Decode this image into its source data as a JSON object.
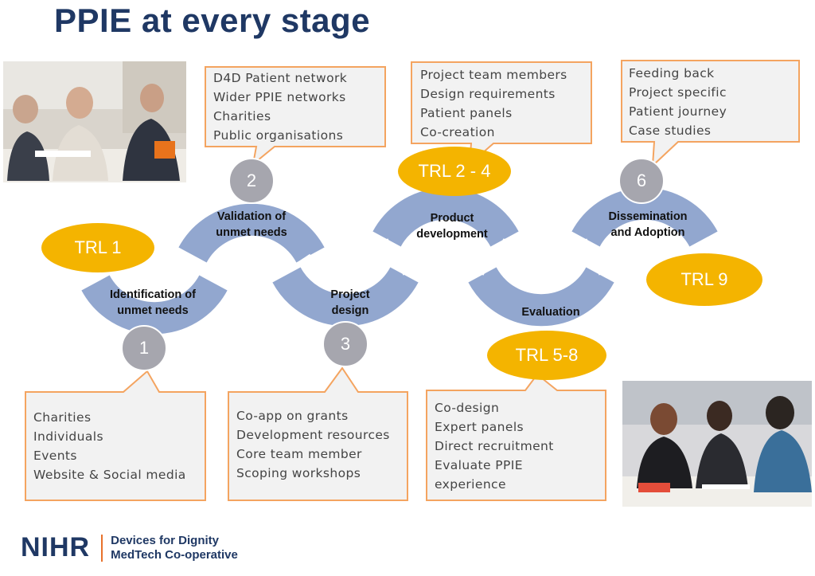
{
  "title": "PPIE at every stage",
  "colors": {
    "title": "#1f3864",
    "ring": "#92a7cf",
    "trl": "#f4b400",
    "callout_fill": "#f2f2f2",
    "callout_border": "#f4a460",
    "stage_circle": "#a6a6ae"
  },
  "stages": [
    {
      "number": "1",
      "label_lines": [
        "Identification of",
        "unmet needs"
      ]
    },
    {
      "number": "2",
      "label_lines": [
        "Validation of",
        "unmet needs"
      ]
    },
    {
      "number": "3",
      "label_lines": [
        "Project",
        "design"
      ]
    },
    {
      "number": "",
      "label_lines": [
        "Product",
        "development"
      ]
    },
    {
      "number": "",
      "label_lines": [
        "Evaluation"
      ]
    },
    {
      "number": "6",
      "label_lines": [
        "Dissemination",
        "and Adoption"
      ]
    }
  ],
  "trl": [
    "TRL 1",
    "TRL 2 - 4",
    "TRL 5-8",
    "TRL 9"
  ],
  "callouts": {
    "top": [
      [
        "D4D Patient network",
        "Wider PPIE networks",
        "Charities",
        "Public organisations"
      ],
      [
        "Project team members",
        "Design requirements",
        "Patient panels",
        "Co-creation"
      ],
      [
        "Feeding back",
        "Project specific",
        "Patient journey",
        "Case studies"
      ]
    ],
    "bottom": [
      [
        "Charities",
        "Individuals",
        "Events",
        "Website & Social media"
      ],
      [
        "Co-app on grants",
        "Development resources",
        "Core team member",
        "Scoping workshops"
      ],
      [
        "Co-design",
        "Expert panels",
        "Direct recruitment",
        "Evaluate PPIE",
        "experience"
      ]
    ]
  },
  "logo": {
    "mark": "NIHR",
    "line1": "Devices for Dignity",
    "line2": "MedTech Co-operative"
  }
}
